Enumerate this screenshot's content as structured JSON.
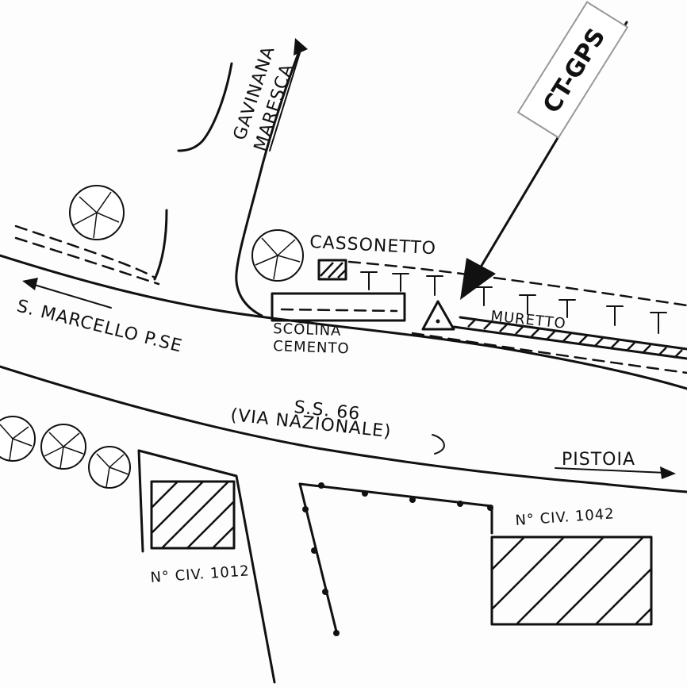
{
  "labels": {
    "gavinana": "GAVINANA",
    "maresca": "MARESCA",
    "cassonetto": "CASSONETTO",
    "s_marcello": "S. MARCELLO P.SE",
    "scolina": "SCOLINA",
    "cemento": "CEMENTO",
    "muretto": "MURETTO",
    "road_code": "S.S. 66",
    "road_name": "(VIA NAZIONALE)",
    "pistoia": "PISTOIA",
    "civ_left": "N° CIV. 1012",
    "civ_right": "N° CIV. 1042",
    "gps_tag": "CT-GPS"
  },
  "colors": {
    "ink": "#111111",
    "paper": "#fdfdfd"
  },
  "symbols": {
    "gps_marker": "triangle-survey-point",
    "direction": "arrow-icon",
    "vegetation": "shrub-icon",
    "building": "hatched-building"
  }
}
